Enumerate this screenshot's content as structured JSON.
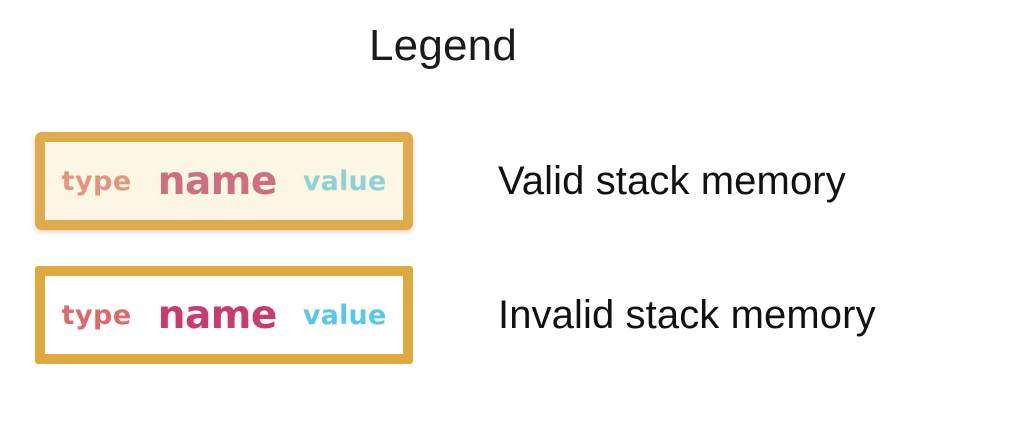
{
  "title": "Legend",
  "rows": [
    {
      "state": "valid",
      "caption": "Valid stack memory",
      "tokens": {
        "type": "type",
        "name": "name",
        "value": "value"
      },
      "colors": {
        "border": "#dfab4c",
        "fill": "#fbf7e4",
        "type": "#e29681",
        "name": "#cd6f81",
        "value": "#8fd2d1"
      }
    },
    {
      "state": "invalid",
      "caption": "Invalid stack memory",
      "tokens": {
        "type": "type",
        "name": "name",
        "value": "value"
      },
      "colors": {
        "border": "#dfa93f",
        "fill": "#ffffff",
        "type": "#dc6a6a",
        "name": "#c93a71",
        "value": "#5bc6e8"
      }
    }
  ],
  "page": {
    "background": "#ffffff",
    "text_color": "#111111"
  }
}
